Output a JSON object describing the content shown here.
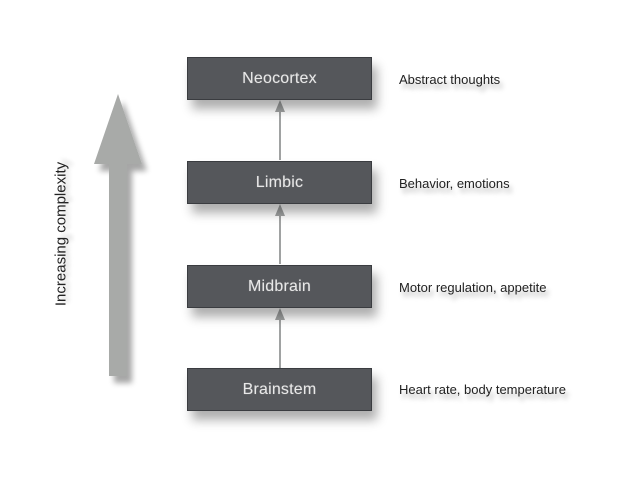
{
  "diagram": {
    "side_label": "Increasing complexity",
    "levels": [
      {
        "name": "Neocortex",
        "description": "Abstract thoughts"
      },
      {
        "name": "Limbic",
        "description": "Behavior, emotions"
      },
      {
        "name": "Midbrain",
        "description": "Motor regulation, appetite"
      },
      {
        "name": "Brainstem",
        "description": "Heart rate, body temperature"
      }
    ]
  },
  "colors": {
    "block_fill": "#55575b",
    "block_text": "#e8e8e8",
    "arrow_fill": "#a8aaa8"
  }
}
